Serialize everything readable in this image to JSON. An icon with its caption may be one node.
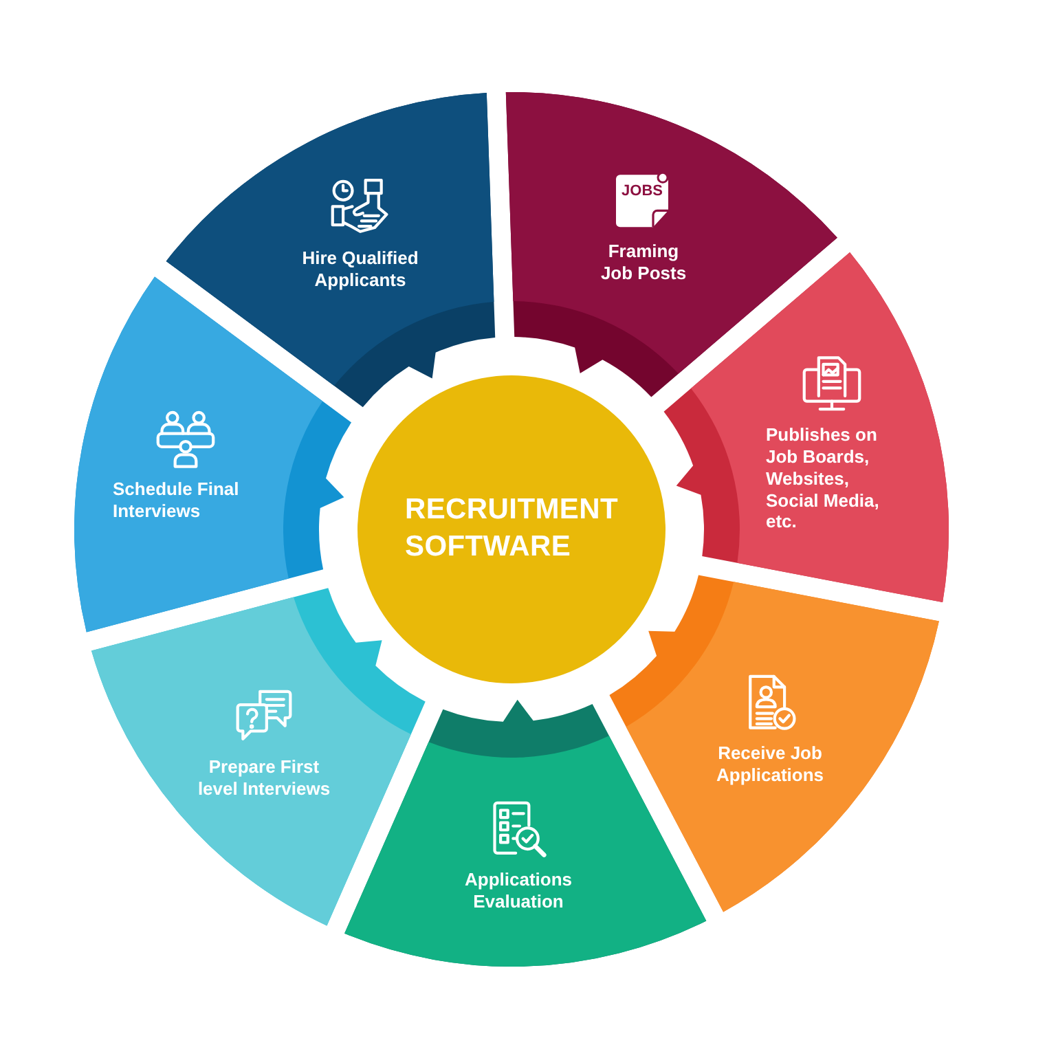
{
  "diagram": {
    "nodes": [
      {
        "text": [
          "RECRUITMENT SOFTWARE"
        ]
      },
      {
        "text": [
          "Framing Job Posts"
        ]
      },
      {
        "text": [
          "Publishes on Job Boards, Websites, Social Media, etc."
        ]
      },
      {
        "text": [
          "Receive Job Applications"
        ]
      },
      {
        "text": [
          "Applications Evaluation"
        ]
      },
      {
        "text": [
          "Prepare First level Interviews"
        ]
      },
      {
        "text": [
          "Schedule Final Interviews"
        ]
      },
      {
        "text": [
          "Hire Qualified Applicants"
        ]
      }
    ],
    "labels": [
      "JOBS"
    ]
  }
}
